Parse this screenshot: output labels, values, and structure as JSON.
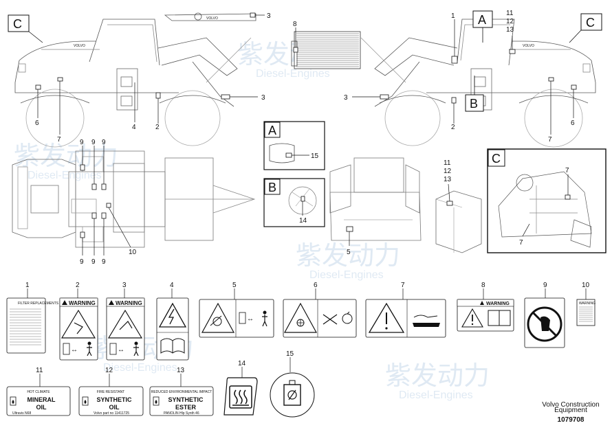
{
  "watermark": {
    "brand": "紫发动力",
    "sub": "Diesel-Engines"
  },
  "detail_boxes": [
    {
      "letter": "A",
      "callout": "15"
    },
    {
      "letter": "B",
      "callout": "14"
    },
    {
      "letter": "C",
      "callout_top": "7",
      "callout_bottom": "7"
    }
  ],
  "view_markers": {
    "top_left": "C",
    "top_right": "C",
    "top_right_a": "A",
    "top_right_b": "B"
  },
  "callouts": {
    "one": "1",
    "two": "2",
    "three": "3",
    "four": "4",
    "five": "5",
    "six": "6",
    "seven": "7",
    "eight": "8",
    "nine": "9",
    "ten": "10",
    "eleven": "11",
    "twelve": "12",
    "thirteen": "13",
    "fourteen": "14",
    "fifteen": "15"
  },
  "decals": {
    "d1": {
      "num": "1",
      "title": "FILTER REPLACEMENTS"
    },
    "d2": {
      "num": "2",
      "title": "WARNING"
    },
    "d3": {
      "num": "3",
      "title": "WARNING"
    },
    "d4": {
      "num": "4"
    },
    "d5": {
      "num": "5"
    },
    "d6": {
      "num": "6"
    },
    "d7": {
      "num": "7"
    },
    "d8": {
      "num": "8",
      "title": "WARNING"
    },
    "d9": {
      "num": "9"
    },
    "d10": {
      "num": "10",
      "title": "WARNING"
    },
    "d11": {
      "num": "11",
      "top": "HOT CLIMATE",
      "l1": "MINERAL",
      "l2": "OIL",
      "foot": "Ultravis N68"
    },
    "d12": {
      "num": "12",
      "top": "FIRE RESISTANT",
      "l1": "SYNTHETIC",
      "l2": "OIL",
      "foot": "Volvo part no 11411725"
    },
    "d13": {
      "num": "13",
      "top": "REDUCED ENVIRONMENTAL IMPACT",
      "l1": "SYNTHETIC",
      "l2": "ESTER",
      "foot": "PANOLIN Hlp Synth 46"
    },
    "d14": {
      "num": "14"
    },
    "d15": {
      "num": "15"
    }
  },
  "machine_brand": "VOLVO",
  "footer": {
    "company_l1": "Volvo Construction",
    "company_l2": "Equipment",
    "ref": "1079708"
  }
}
